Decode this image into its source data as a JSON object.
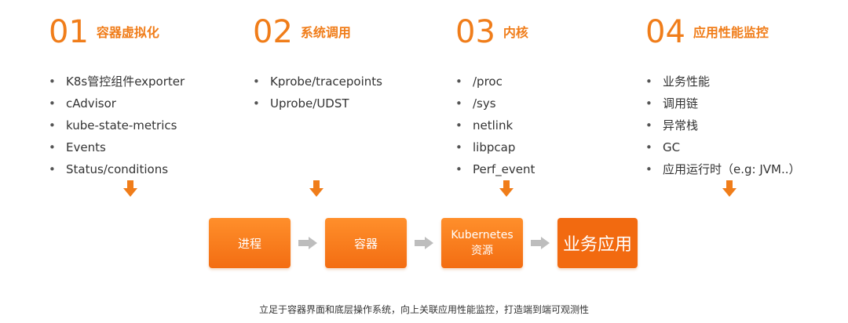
{
  "sections": [
    {
      "num": "01",
      "title": "容器虚拟化",
      "items": [
        "K8s管控组件exporter",
        "cAdvisor",
        "kube-state-metrics",
        "Events",
        "Status/conditions"
      ]
    },
    {
      "num": "02",
      "title": "系统调用",
      "items": [
        "Kprobe/tracepoints",
        "Uprobe/UDST"
      ]
    },
    {
      "num": "03",
      "title": "内核",
      "items": [
        "/proc",
        "/sys",
        "netlink",
        "libpcap",
        "Perf_event"
      ]
    },
    {
      "num": "04",
      "title": "应用性能监控",
      "items": [
        "业务性能",
        "调用链",
        "异常栈",
        "GC",
        "应用运行时（e.g: JVM..）"
      ]
    }
  ],
  "bullet": "•",
  "flow": {
    "b1": "进程",
    "b2": "容器",
    "b3_line1": "Kubernetes",
    "b3_line2": "资源",
    "b4": "业务应用"
  },
  "caption": "立足于容器界面和底层操作系统，向上关联应用性能监控，打造端到端可观测性",
  "colors": {
    "accent": "#f07d1a",
    "arrow_gray": "#bdbdbd"
  },
  "icons": [
    "down-arrow-icon",
    "right-arrow-icon"
  ]
}
